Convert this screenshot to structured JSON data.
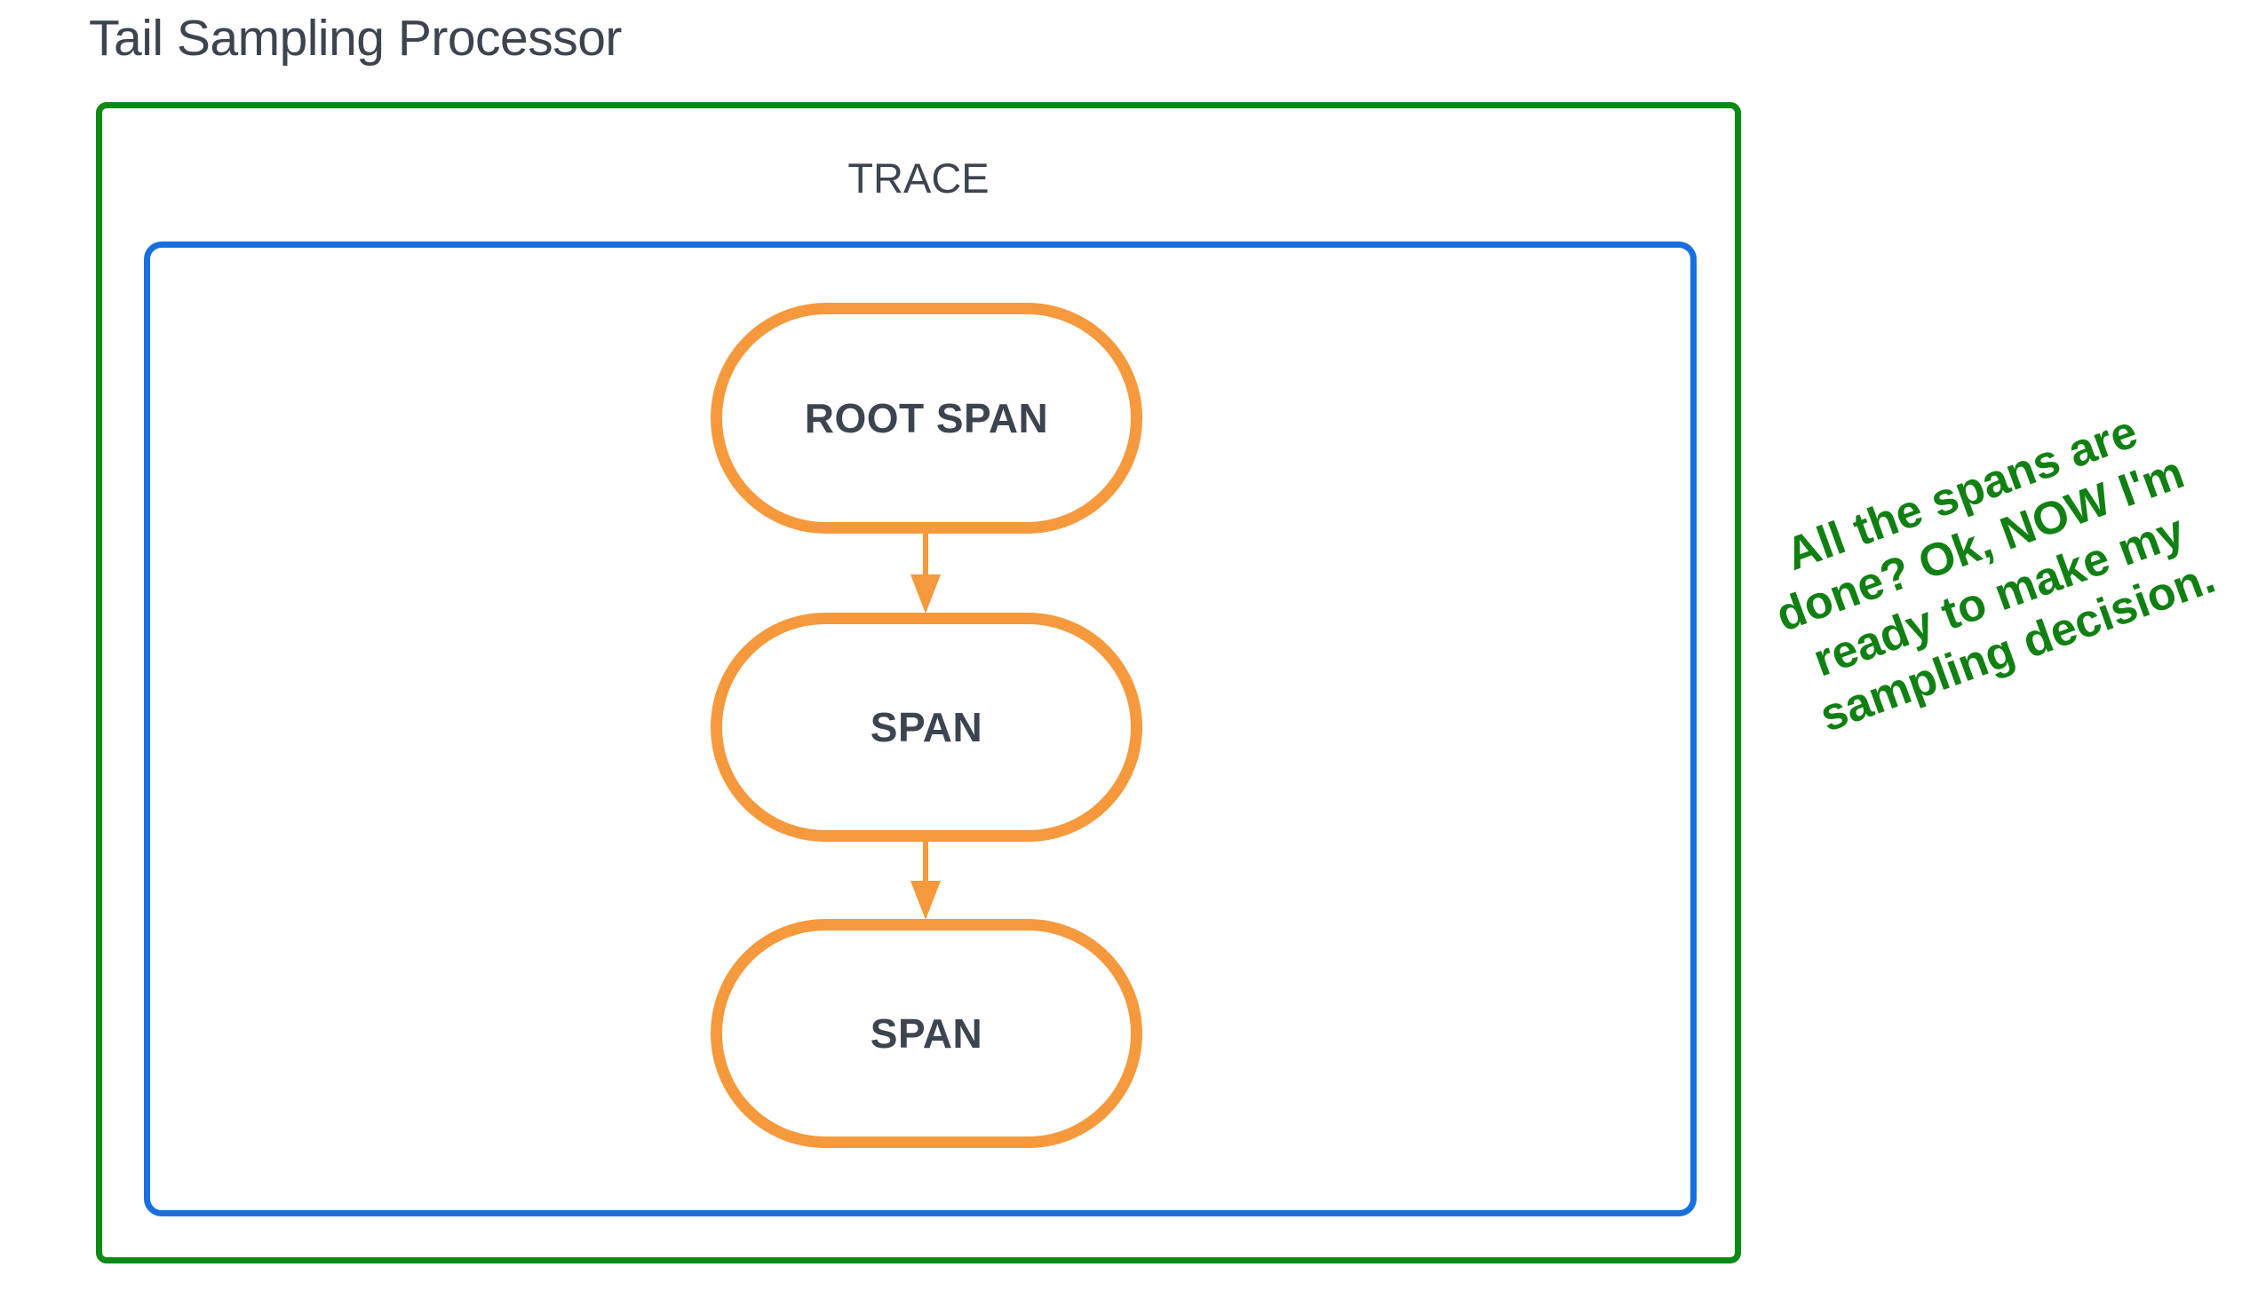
{
  "diagram": {
    "title": "Tail Sampling Processor",
    "trace_label": "TRACE",
    "spans": [
      {
        "label": "ROOT SPAN"
      },
      {
        "label": "SPAN"
      },
      {
        "label": "SPAN"
      }
    ],
    "annotation": "All the spans are done? Ok, NOW I'm ready to make my sampling decision.",
    "colors": {
      "processor_border": "#0c8a16",
      "trace_border": "#1670e0",
      "span_border": "#f5993c",
      "text": "#3c4450",
      "annotation_text": "#118013",
      "background": "#ffffff"
    }
  }
}
